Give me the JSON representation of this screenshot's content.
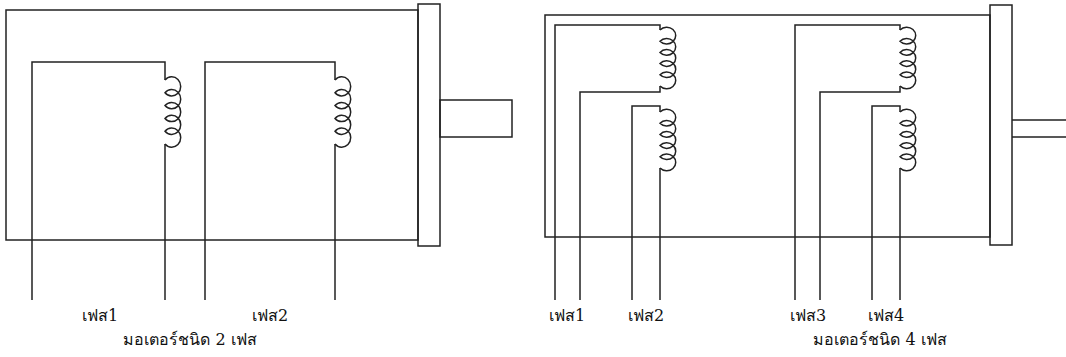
{
  "diagram": {
    "labels": [
      "เฟส1",
      "เฟส2",
      "มอเตอร์ชนิด 2 เฟส",
      "เฟส1",
      "เฟส2",
      "เฟส3",
      "เฟส4",
      "มอเตอร์ชนิด 4 เฟส"
    ]
  }
}
